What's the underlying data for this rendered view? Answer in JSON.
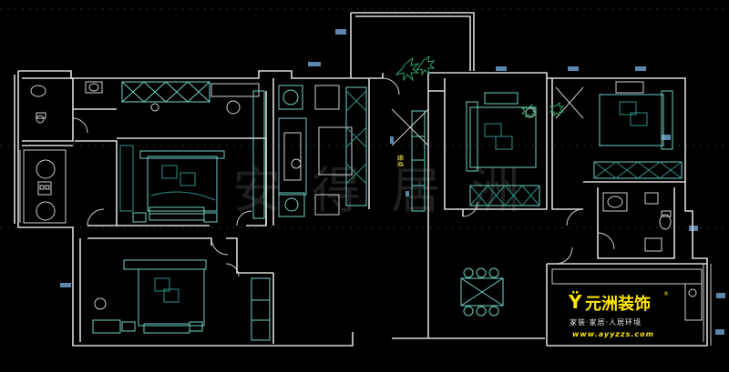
{
  "watermark": {
    "text": "安 得 居 洲"
  },
  "labels": {
    "living_sign": "餐桌"
  },
  "logo": {
    "brand": "元洲装饰",
    "registered": "®",
    "tagline": "家装·家居·人居环境",
    "url": "www.ayyzzs.com"
  },
  "colors": {
    "background": "#000000",
    "wall": "#d9d9d9",
    "furniture": "#6fd0c4",
    "window_marker": "#5b87ad",
    "logo_yellow": "#ffe600"
  }
}
